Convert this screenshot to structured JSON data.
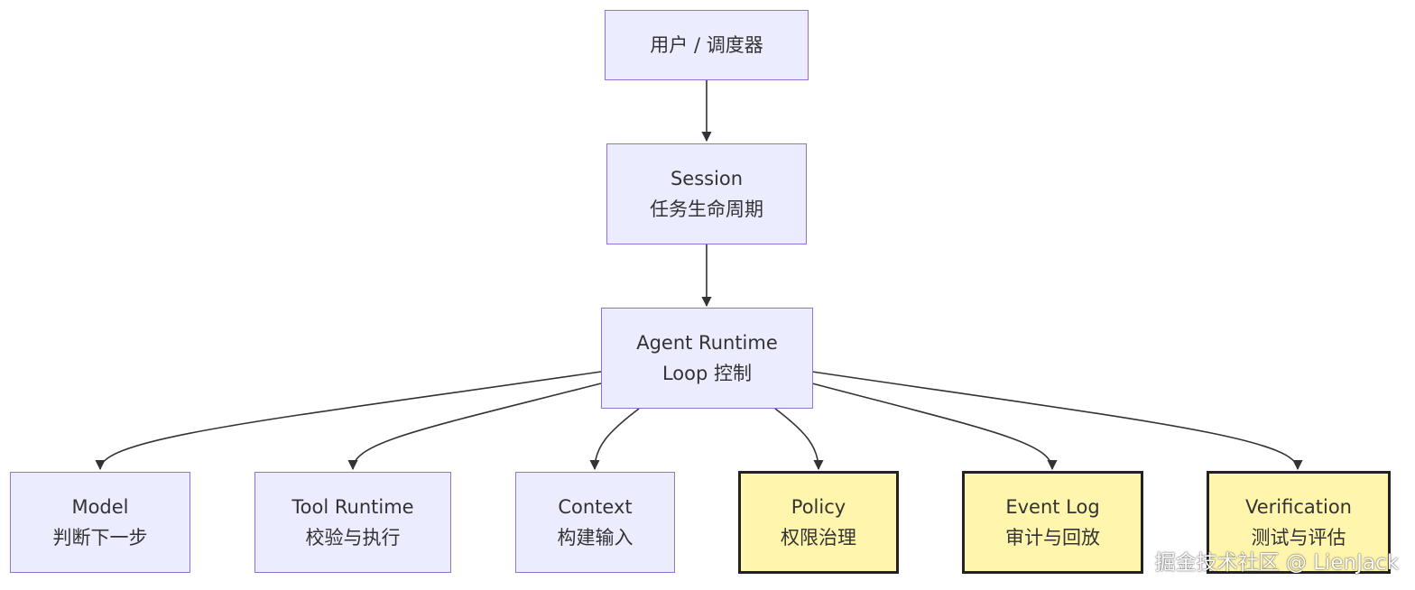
{
  "nodes": {
    "user": {
      "lines": [
        "用户 / 调度器"
      ]
    },
    "session": {
      "lines": [
        "Session",
        "任务生命周期"
      ]
    },
    "agent": {
      "lines": [
        "Agent Runtime",
        "Loop 控制"
      ]
    },
    "model": {
      "lines": [
        "Model",
        "判断下一步"
      ]
    },
    "tool": {
      "lines": [
        "Tool Runtime",
        "校验与执行"
      ]
    },
    "context": {
      "lines": [
        "Context",
        "构建输入"
      ]
    },
    "policy": {
      "lines": [
        "Policy",
        "权限治理"
      ]
    },
    "eventlog": {
      "lines": [
        "Event Log",
        "审计与回放"
      ]
    },
    "verification": {
      "lines": [
        "Verification",
        "测试与评估"
      ]
    }
  },
  "edges": [
    [
      "user",
      "session"
    ],
    [
      "session",
      "agent"
    ],
    [
      "agent",
      "model"
    ],
    [
      "agent",
      "tool"
    ],
    [
      "agent",
      "context"
    ],
    [
      "agent",
      "policy"
    ],
    [
      "agent",
      "eventlog"
    ],
    [
      "agent",
      "verification"
    ]
  ],
  "colors": {
    "default_fill": "#ECECFF",
    "default_stroke": "#9370DB",
    "highlight_fill": "#FFF5AD",
    "highlight_stroke": "#222222",
    "edge": "#333333"
  },
  "watermark": "掘金技术社区 @ LienJack"
}
